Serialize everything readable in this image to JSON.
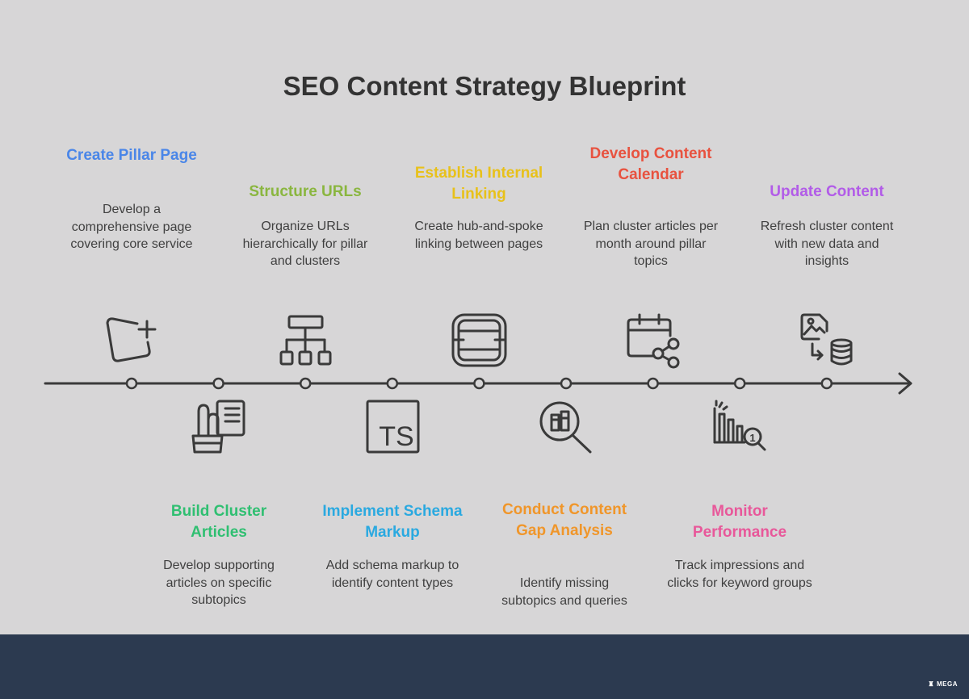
{
  "title": "SEO Content Strategy Blueprint",
  "brand": "MEGA",
  "steps": [
    {
      "title": "Create Pillar Page",
      "description": "Develop a comprehensive page covering core service",
      "color": "#4a86e8",
      "icon": "add-page-icon"
    },
    {
      "title": "Build Cluster Articles",
      "description": "Develop supporting articles on specific subtopics",
      "color": "#2fbf71",
      "icon": "articles-icon"
    },
    {
      "title": "Structure URLs",
      "description": "Organize URLs hierarchically for pillar and clusters",
      "color": "#8ab63f",
      "icon": "hierarchy-icon"
    },
    {
      "title": "Implement Schema Markup",
      "description": "Add schema markup to identify content types",
      "color": "#2aa9e0",
      "icon": "typescript-icon"
    },
    {
      "title": "Establish Internal Linking",
      "description": "Create hub-and-spoke linking between pages",
      "color": "#e8c11a",
      "icon": "linking-icon"
    },
    {
      "title": "Conduct Content Gap Analysis",
      "description": "Identify missing subtopics and queries",
      "color": "#f0962a",
      "icon": "gap-analysis-icon"
    },
    {
      "title": "Develop Content Calendar",
      "description": "Plan cluster articles per month around pillar topics",
      "color": "#e8523f",
      "icon": "calendar-share-icon"
    },
    {
      "title": "Monitor Performance",
      "description": "Track impressions and clicks for keyword groups",
      "color": "#e8589a",
      "icon": "performance-icon"
    },
    {
      "title": "Update Content",
      "description": "Refresh cluster content with new data and insights",
      "color": "#b25ce8",
      "icon": "update-data-icon"
    }
  ]
}
